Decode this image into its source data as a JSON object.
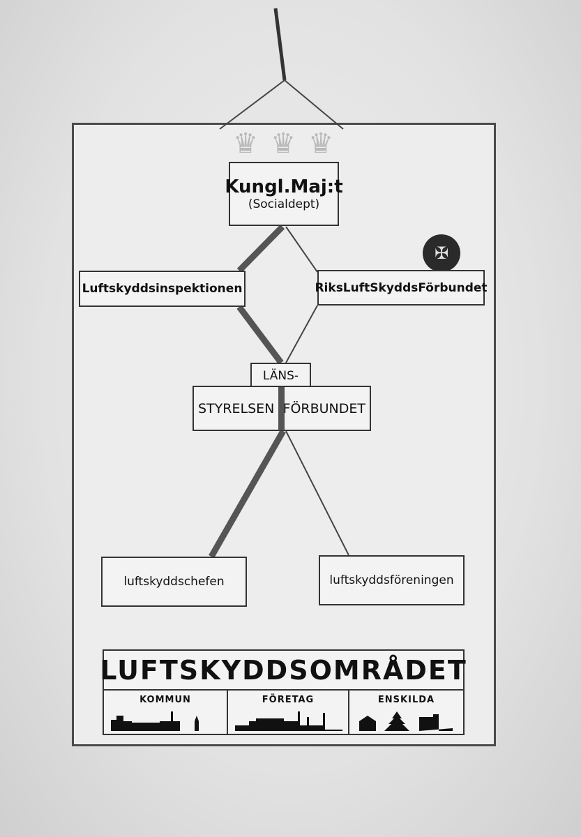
{
  "top": {
    "title": "Kungl.Maj:t",
    "subtitle": "(Socialdept)"
  },
  "left_mid": "Luftskyddsinspektionen",
  "right_mid": "RiksLuftSkyddsFörbundet",
  "center": {
    "tab": "LÄNS-",
    "left": "STYRELSEN",
    "right": "FÖRBUNDET"
  },
  "bottom_left": "luftskyddschefen",
  "bottom_right": "luftskyddsföreningen",
  "area": {
    "title": "LUFTSKYDDSOMRÅDET",
    "sections": [
      "KOMMUN",
      "FÖRETAG",
      "ENSKILDA"
    ]
  }
}
